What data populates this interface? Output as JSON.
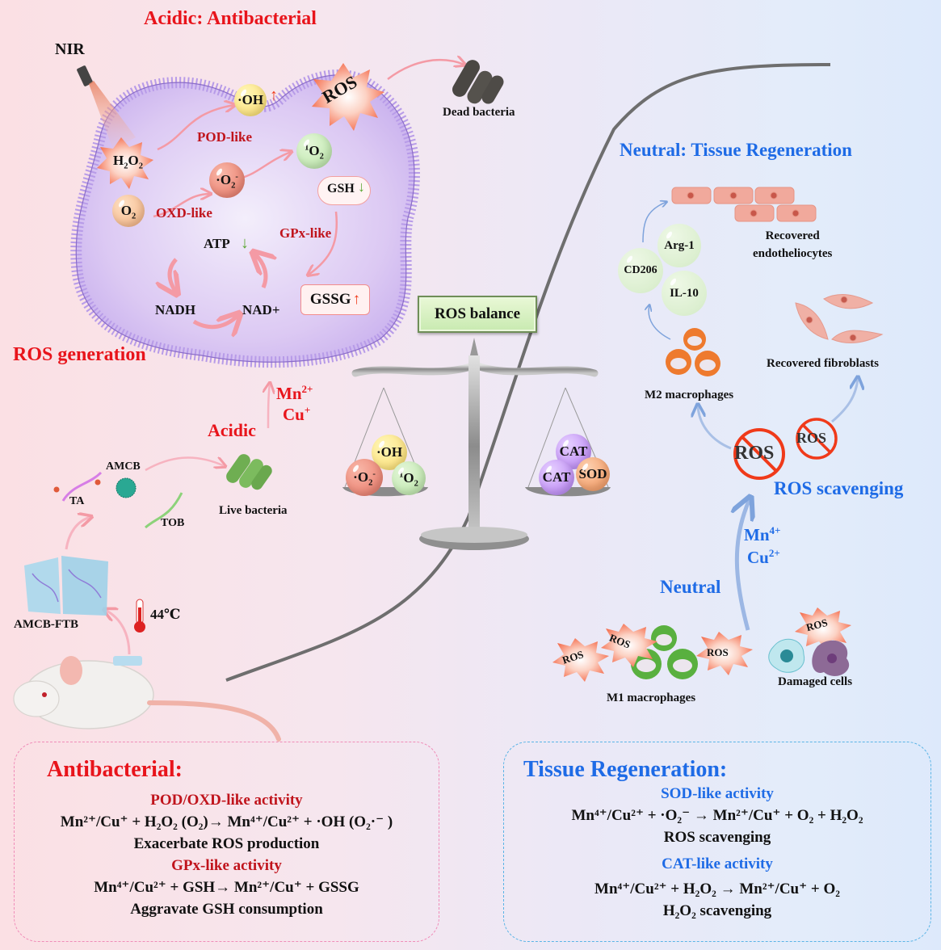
{
  "titles": {
    "acidic_antibacterial": "Acidic: Antibacterial",
    "ros_generation": "ROS generation",
    "neutral_tissue_regeneration": "Neutral: Tissue Regeneration",
    "ros_scavenging": "ROS scavenging"
  },
  "left_panel": {
    "nir": "NIR",
    "h2o2": {
      "base": "H",
      "s1": "2",
      "mid": "O",
      "s2": "2"
    },
    "oh": "·OH",
    "pod_like": "POD-like",
    "o2": {
      "base": "O",
      "sub": "2"
    },
    "superoxide": {
      "base": "·O",
      "sub": "2",
      "sup": "-"
    },
    "oxd_like": "OXD-like",
    "singlet_o2": {
      "pre": "1",
      "base": "O",
      "sub": "2"
    },
    "ros_burst": "ROS",
    "gsh": "GSH",
    "gpx_like": "GPx-like",
    "gssg": "GSSG",
    "atp": "ATP",
    "nadh": "NADH",
    "nad_plus": "NAD+",
    "dead_bacteria": "Dead bacteria",
    "acidic": "Acidic",
    "mn_ion": {
      "base": "Mn",
      "sup": "2+"
    },
    "cu_ion": {
      "base": "Cu",
      "sup": "+"
    },
    "amcb": "AMCB",
    "ta": "TA",
    "tob": "TOB",
    "live_bacteria": "Live bacteria",
    "amcb_ftb": "AMCB-FTB",
    "temperature": "44℃"
  },
  "balance": {
    "label": "ROS balance",
    "left_pan": [
      "·OH",
      "·O2-",
      "1O2"
    ],
    "right_pan": [
      "CAT",
      "CAT",
      "SOD"
    ]
  },
  "right_panel": {
    "recovered_endotheliocytes": [
      "Recovered",
      "endotheliocytes"
    ],
    "markers": [
      "Arg-1",
      "CD206",
      "IL-10"
    ],
    "m2_macrophages": "M2 macrophages",
    "recovered_fibroblasts": "Recovered fibroblasts",
    "ros_crossed": [
      "ROS",
      "ROS"
    ],
    "mn_ion": {
      "base": "Mn",
      "sup": "4+"
    },
    "cu_ion": {
      "base": "Cu",
      "sup": "2+"
    },
    "neutral": "Neutral",
    "ros_bursts": [
      "ROS",
      "ROS",
      "ROS",
      "ROS"
    ],
    "m1_macrophages": "M1 macrophages",
    "damaged_cells": "Damaged cells"
  },
  "antibacterial_box": {
    "heading": "Antibacterial:",
    "pod_oxd_title": "POD/OXD-like activity",
    "pod_oxd_eq": "Mn²⁺/Cu⁺ + H₂O₂ (O₂)→ Mn⁴⁺/Cu²⁺ + ·OH (O₂·⁻ )",
    "pod_oxd_effect": "Exacerbate ROS production",
    "gpx_title": "GPx-like activity",
    "gpx_eq": "Mn⁴⁺/Cu²⁺ + GSH→ Mn²⁺/Cu⁺ + GSSG",
    "gpx_effect": "Aggravate GSH consumption"
  },
  "regeneration_box": {
    "heading": "Tissue Regeneration:",
    "sod_title": "SOD-like activity",
    "sod_eq": "Mn⁴⁺/Cu²⁺ + ·O₂⁻ → Mn²⁺/Cu⁺ + O₂ + H₂O₂",
    "sod_effect": "ROS scavenging",
    "cat_title": "CAT-like activity",
    "cat_eq": "Mn⁴⁺/Cu²⁺ + H₂O₂ → Mn²⁺/Cu⁺ + O₂",
    "cat_effect": "H₂O₂  scavenging"
  },
  "colors": {
    "acidic_red": "#e8141b",
    "enzyme_dark_red": "#c0141c",
    "neutral_blue": "#1e6be6",
    "arrow_pink": "#f49aa5",
    "arrow_blue": "#7ea3dc",
    "up_arrow": "#f03a1a",
    "down_arrow": "#5aa632"
  }
}
